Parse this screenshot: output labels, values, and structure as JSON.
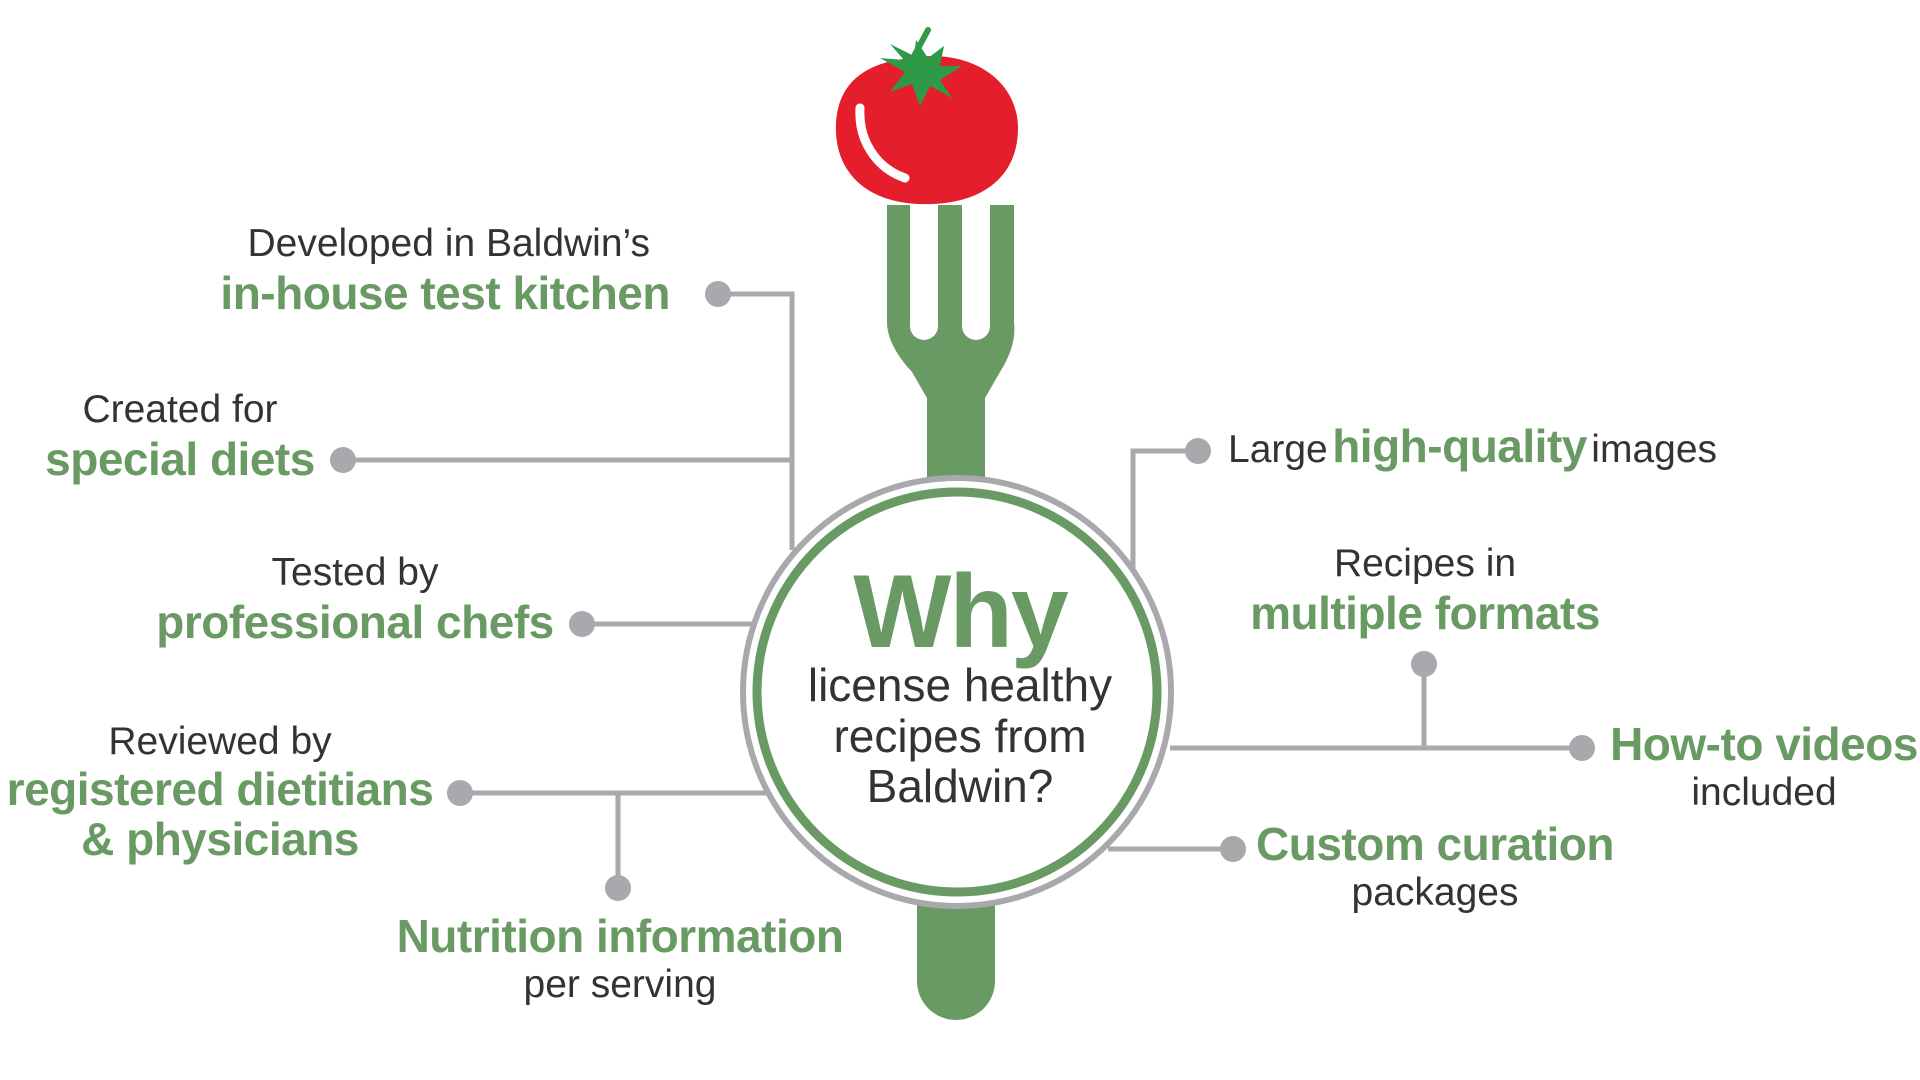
{
  "center": {
    "title": "Why",
    "subtitle": "license healthy recipes from Baldwin?"
  },
  "features": {
    "test_kitchen": {
      "pre": "Developed in Baldwin’s",
      "highlight": "in-house test kitchen"
    },
    "special_diets": {
      "pre": "Created for",
      "highlight": "special diets"
    },
    "chefs": {
      "pre": "Tested by",
      "highlight": "professional chefs"
    },
    "dietitians": {
      "pre": "Reviewed by",
      "highlight": "registered dietitians & physicians"
    },
    "nutrition": {
      "highlight": "Nutrition information",
      "post": "per serving"
    },
    "images": {
      "pre": "Large",
      "highlight": "high-quality",
      "post": "images"
    },
    "formats": {
      "pre": "Recipes in",
      "highlight": "multiple formats"
    },
    "videos": {
      "highlight": "How-to videos",
      "post": "included"
    },
    "curation": {
      "highlight": "Custom curation",
      "post": "packages"
    }
  },
  "colors": {
    "green": "#6a9a63",
    "gray": "#a9a9ad",
    "text": "#333333",
    "tomato_red": "#e41f2b",
    "leaf_green": "#2e9a48"
  },
  "icons": [
    "fork-icon",
    "tomato-icon"
  ]
}
